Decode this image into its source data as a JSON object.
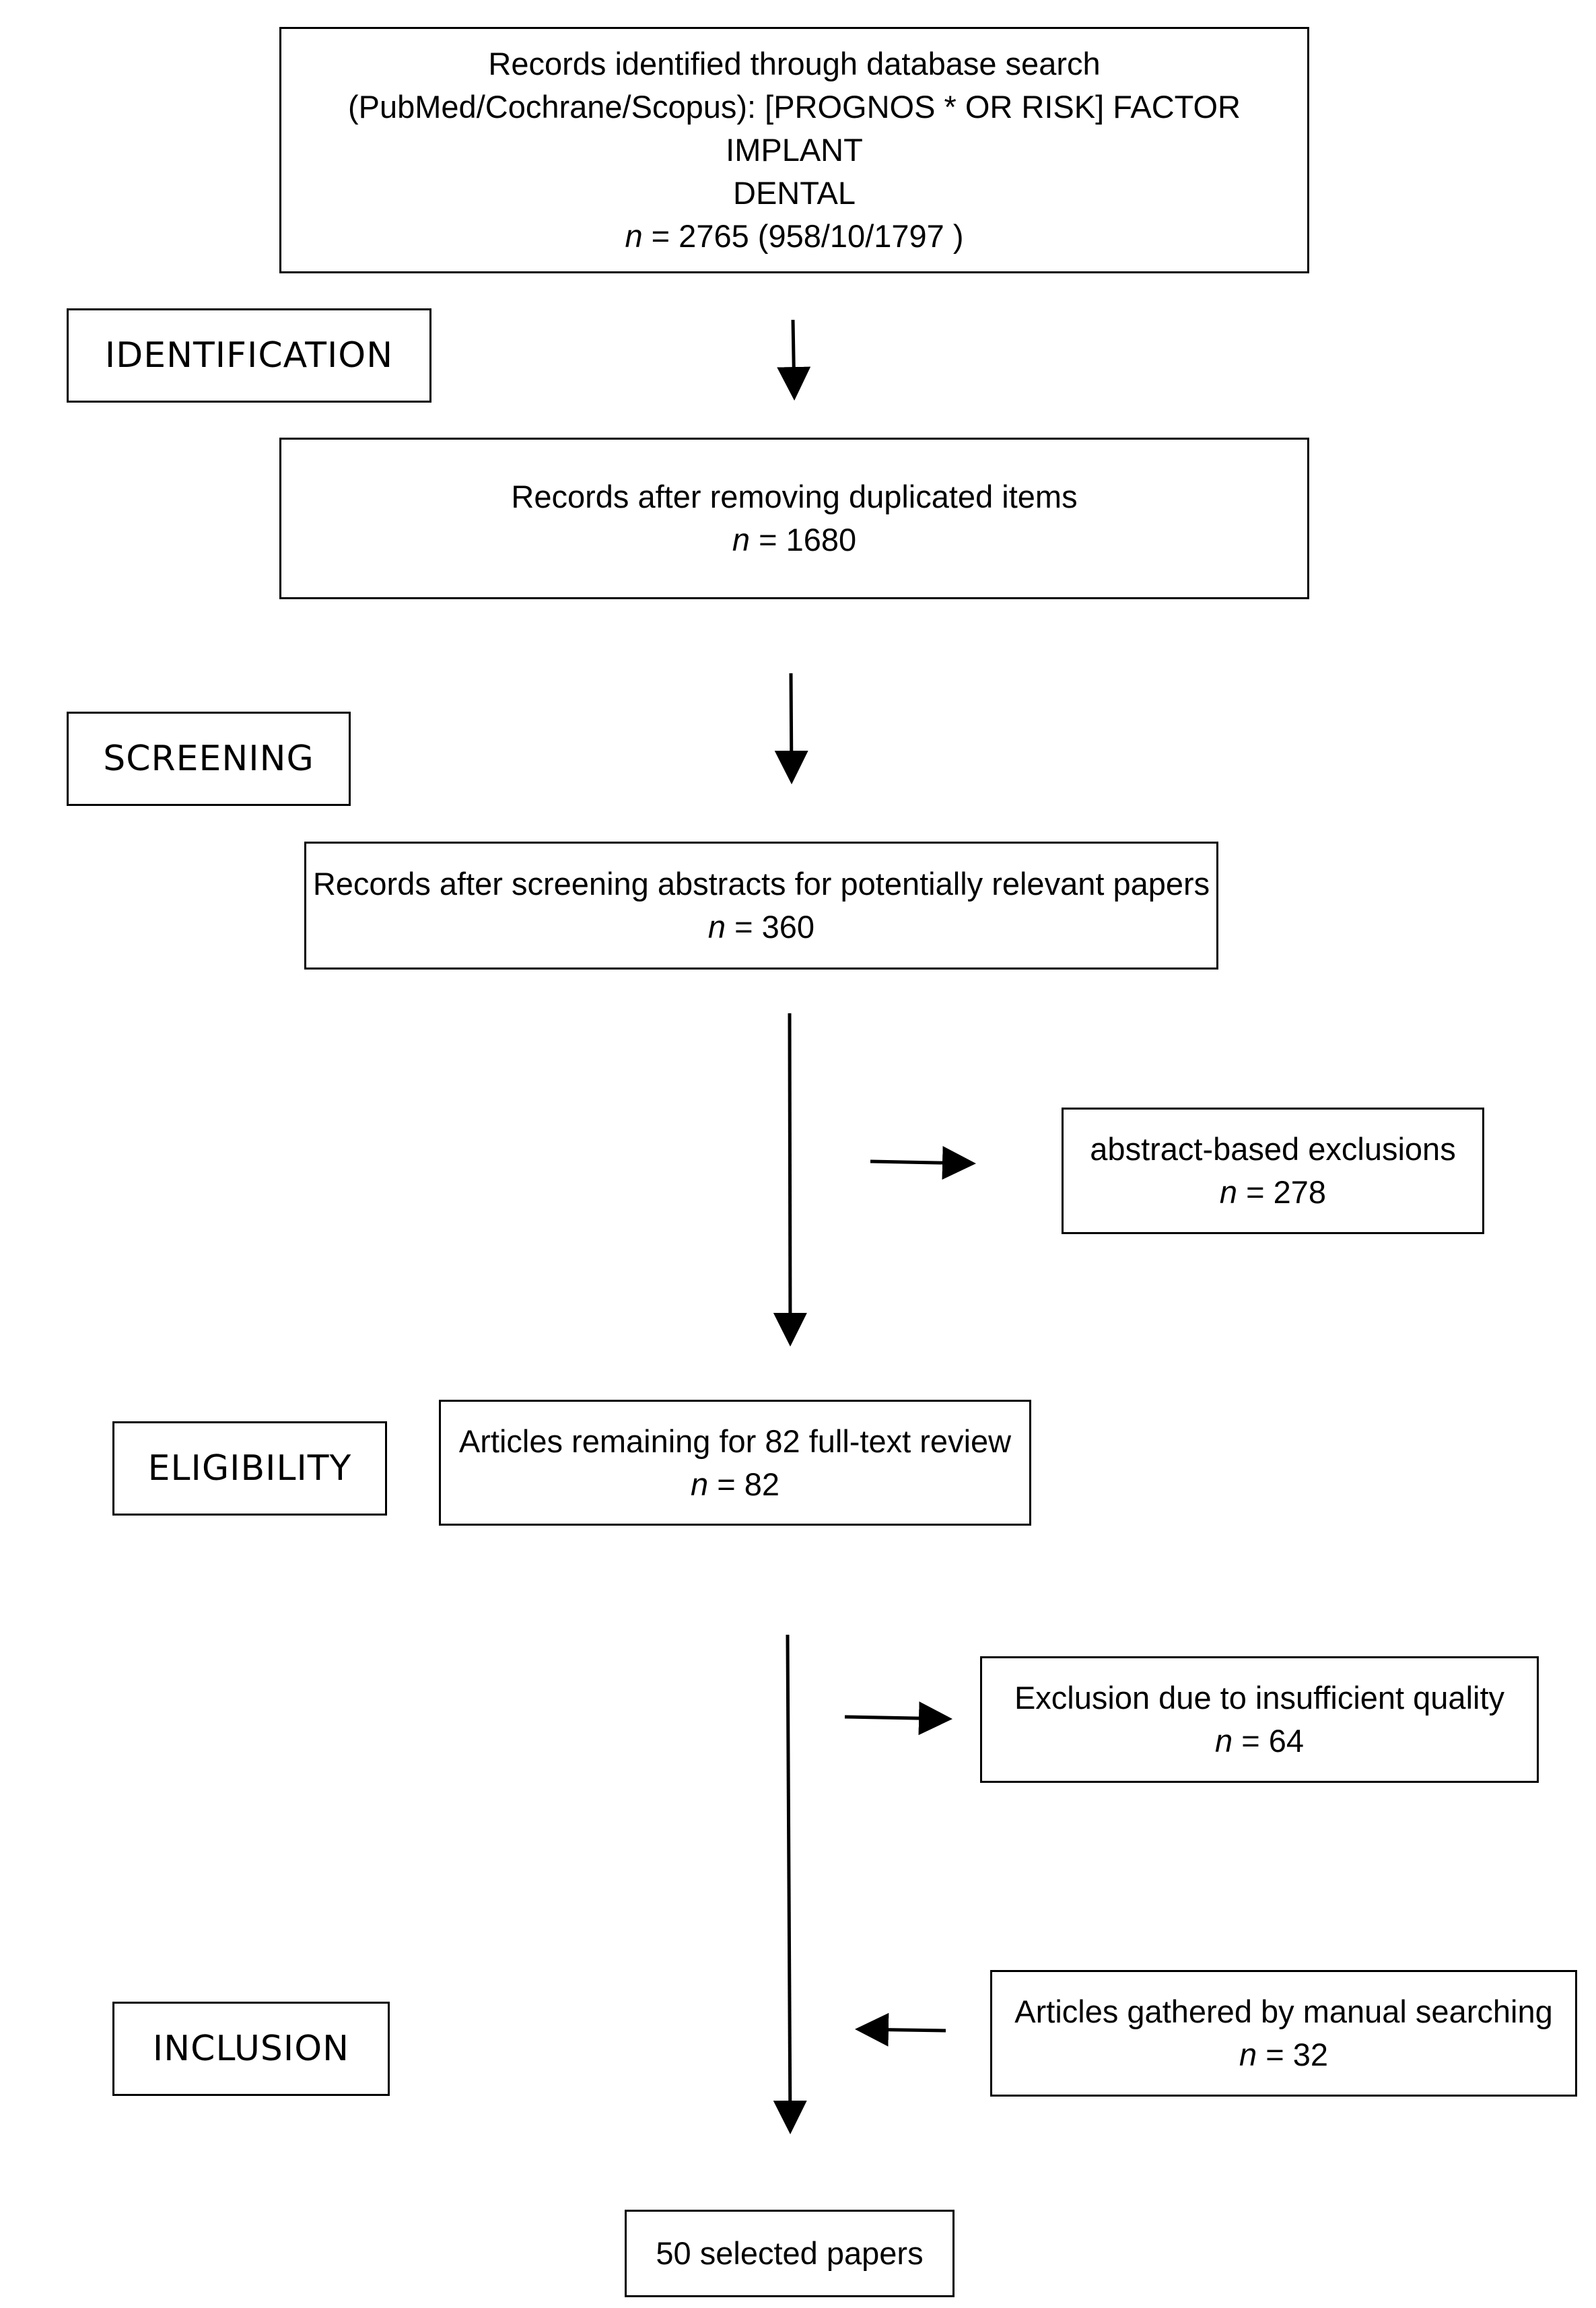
{
  "stages": {
    "identification": "IDENTIFICATION",
    "screening": "SCREENING",
    "eligibility": "ELIGIBILITY",
    "inclusion": "INCLUSION"
  },
  "n_symbol": "n",
  "boxes": {
    "database_search": {
      "line1": "Records  identified through database search",
      "line2": "(PubMed/Cochrane/Scopus): [PROGNOS * OR RISK] FACTOR IMPLANT",
      "line3": "DENTAL",
      "n_value": "= 2765 (958/10/1797 )"
    },
    "after_duplicates": {
      "line1": "Records  after removing duplicated items",
      "n_value": "= 1680"
    },
    "after_screening": {
      "line1": "Records after screening abstracts for potentially relevant papers",
      "n_value": "= 360"
    },
    "abstract_exclusions": {
      "line1": "abstract-based exclusions",
      "n_value": "= 278"
    },
    "full_text_review": {
      "line1": "Articles remaining for 82 full-text review",
      "n_value": " = 82"
    },
    "quality_exclusion": {
      "line1": "Exclusion due to insufficient quality",
      "n_value": " = 64"
    },
    "manual_search": {
      "line1": "Articles gathered by manual searching",
      "n_value": " = 32"
    },
    "selected": {
      "line1": "50 selected papers"
    }
  }
}
